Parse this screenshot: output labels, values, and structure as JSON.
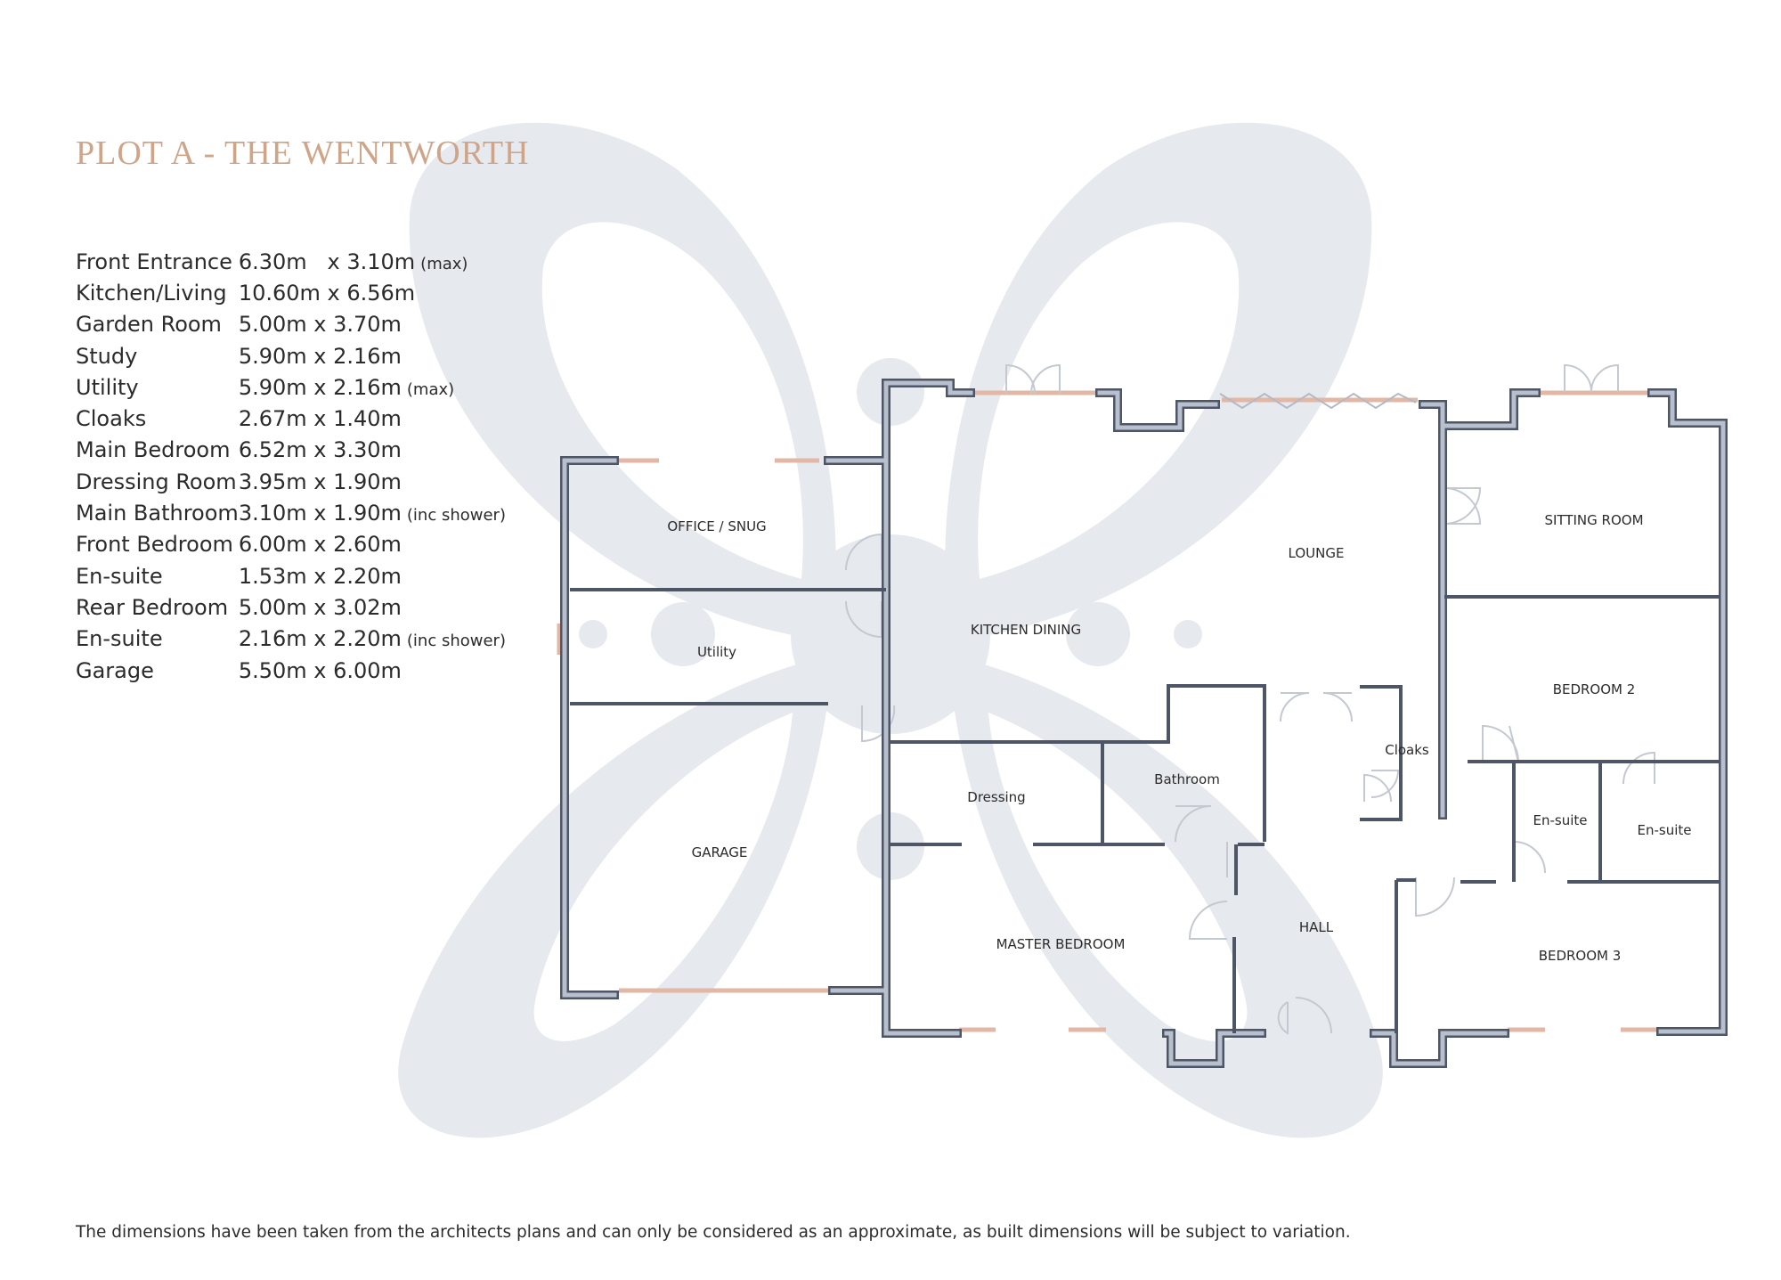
{
  "title": "PLOT A - THE WENTWORTH",
  "rooms": [
    {
      "name": "Front Entrance",
      "size": "6.30m   x 3.10m",
      "note": "(max)"
    },
    {
      "name": "Kitchen/Living",
      "size": "10.60m x 6.56m",
      "note": ""
    },
    {
      "name": "Garden Room",
      "size": "5.00m x 3.70m",
      "note": ""
    },
    {
      "name": "Study",
      "size": "5.90m x 2.16m",
      "note": ""
    },
    {
      "name": "Utility",
      "size": "5.90m x 2.16m",
      "note": "(max)"
    },
    {
      "name": "Cloaks",
      "size": "2.67m x 1.40m",
      "note": ""
    },
    {
      "name": "Main Bedroom",
      "size": "6.52m x 3.30m",
      "note": ""
    },
    {
      "name": "Dressing Room",
      "size": "3.95m x 1.90m",
      "note": ""
    },
    {
      "name": "Main Bathroom",
      "size": "3.10m x 1.90m",
      "note": "(inc shower)"
    },
    {
      "name": "Front Bedroom",
      "size": "6.00m x 2.60m",
      "note": ""
    },
    {
      "name": "En-suite",
      "size": "1.53m x 2.20m",
      "note": ""
    },
    {
      "name": "Rear Bedroom",
      "size": "5.00m x 3.02m",
      "note": ""
    },
    {
      "name": "En-suite",
      "size": "2.16m x 2.20m",
      "note": "(inc shower)"
    },
    {
      "name": "Garage",
      "size": "5.50m x 6.00m",
      "note": ""
    }
  ],
  "plan_labels": {
    "office": "OFFICE / SNUG",
    "utility": "Utility",
    "garage": "GARAGE",
    "kitchen": "KITCHEN DINING",
    "lounge": "LOUNGE",
    "sitting": "SITTING ROOM",
    "bedroom2": "BEDROOM 2",
    "cloaks": "Cloaks",
    "ensuite1": "En-suite",
    "ensuite2": "En-suite",
    "dressing": "Dressing",
    "bathroom": "Bathroom",
    "hall": "HALL",
    "master": "MASTER BEDROOM",
    "bedroom3": "BEDROOM 3"
  },
  "footer": "The dimensions have been taken from the architects plans and can only be considered as an approximate, as built dimensions will be subject to variation.",
  "colors": {
    "title": "#cfa58a",
    "wall": "#4d5566",
    "wall_fill": "#b7c0cc",
    "glazing": "#e2b7a5",
    "watermark": "#e6e9ed"
  }
}
